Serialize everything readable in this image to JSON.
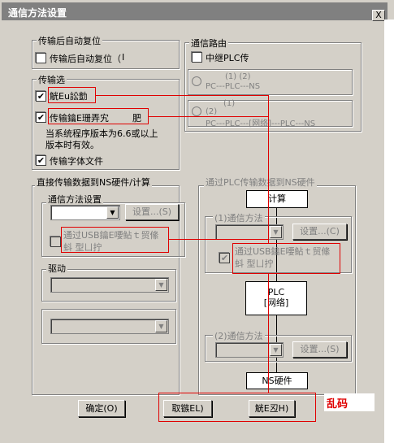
{
  "window": {
    "title": "通信方法设置",
    "close_glyph": "X"
  },
  "after_transfer": {
    "group": "传输后自动复位",
    "checkbox": "传输后自动复位（",
    "checkbox_trail": "I"
  },
  "transfer_select": {
    "group": "传输选",
    "item1": "觥Eu訟勯",
    "item2": "传输鑰E珊弄宄",
    "item2_suffix": "肥",
    "note_line1": "当系统程序版本为6.6或以上",
    "note_line2": "版本时有效。",
    "item3": "传输字体文件"
  },
  "comm_route": {
    "group": "通信路由",
    "relay": "中继PLC传",
    "opt1_nums": "(1)      (2)",
    "opt1_path": "PC---PLC---NS",
    "opt2_num_top": "(1)",
    "opt2_num": "(2)",
    "opt2_path": "PC---PLC---[网络]---PLC---NS"
  },
  "direct": {
    "group": "直接传输数据到NS硬件/计算",
    "method_group": "通信方法设置",
    "settings_btn": "设置...(S)",
    "usb_line1": "通过USB鑰E喓鲇ｔ贸絛",
    "usb_line2": "蚪  型ㄩ拧",
    "drive_group": "驱动"
  },
  "via_plc": {
    "group": "通过PLC传输数据到NS硬件",
    "computer": "计算",
    "method1": "(1)通信方法",
    "settings1": "设置...(C)",
    "usb_line1": "通过USB鑰E喓鲇ｔ贸絛",
    "usb_line2": "蚪  型ㄩ拧",
    "plc_line1": "PLC",
    "plc_line2": "[网络]",
    "method2": "(2)通信方法",
    "settings2": "设置...(S)",
    "ns": "NS硬件"
  },
  "buttons": {
    "ok": "确定(O)",
    "cancel": "取镞EL)",
    "help": "觥E丒H)"
  },
  "annotation": {
    "text": "乱码",
    "color": "#e00000"
  }
}
